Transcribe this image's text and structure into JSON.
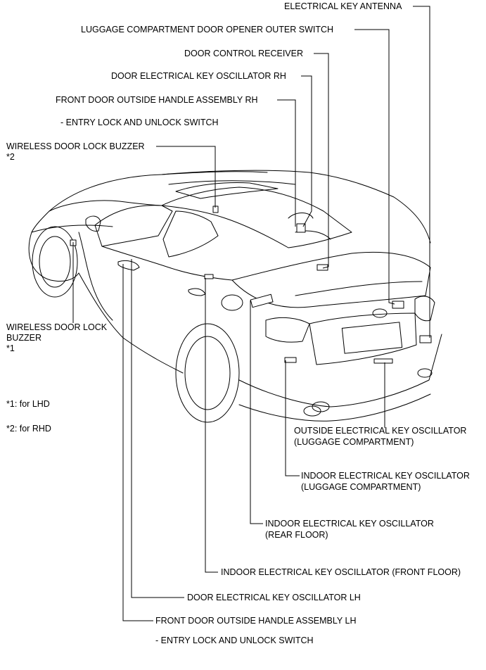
{
  "labels": {
    "electrical_key_antenna": "ELECTRICAL KEY ANTENNA",
    "luggage_door_opener_outer_switch": "LUGGAGE COMPARTMENT DOOR OPENER OUTER SWITCH",
    "door_control_receiver": "DOOR CONTROL RECEIVER",
    "door_key_oscillator_rh": "DOOR ELECTRICAL KEY OSCILLATOR RH",
    "front_door_handle_rh": "FRONT DOOR OUTSIDE HANDLE ASSEMBLY RH",
    "front_door_handle_rh_sub": "- ENTRY LOCK AND UNLOCK SWITCH",
    "wireless_buzzer_2_line1": "WIRELESS DOOR LOCK BUZZER",
    "wireless_buzzer_2_line2": "*2",
    "wireless_buzzer_1_line1": "WIRELESS DOOR LOCK",
    "wireless_buzzer_1_line2": "BUZZER",
    "wireless_buzzer_1_line3": "*1",
    "note_lhd": "*1: for LHD",
    "note_rhd": "*2: for RHD",
    "outside_key_osc_luggage_line1": "OUTSIDE ELECTRICAL KEY OSCILLATOR",
    "outside_key_osc_luggage_line2": "(LUGGAGE COMPARTMENT)",
    "indoor_key_osc_luggage_line1": "INDOOR ELECTRICAL KEY OSCILLATOR",
    "indoor_key_osc_luggage_line2": "(LUGGAGE COMPARTMENT)",
    "indoor_key_osc_rear_line1": "INDOOR ELECTRICAL KEY OSCILLATOR",
    "indoor_key_osc_rear_line2": "(REAR FLOOR)",
    "indoor_key_osc_front": "INDOOR ELECTRICAL KEY OSCILLATOR (FRONT FLOOR)",
    "door_key_oscillator_lh": "DOOR ELECTRICAL KEY OSCILLATOR LH",
    "front_door_handle_lh": "FRONT DOOR OUTSIDE HANDLE ASSEMBLY LH",
    "front_door_handle_lh_sub": "- ENTRY LOCK AND UNLOCK SWITCH"
  }
}
